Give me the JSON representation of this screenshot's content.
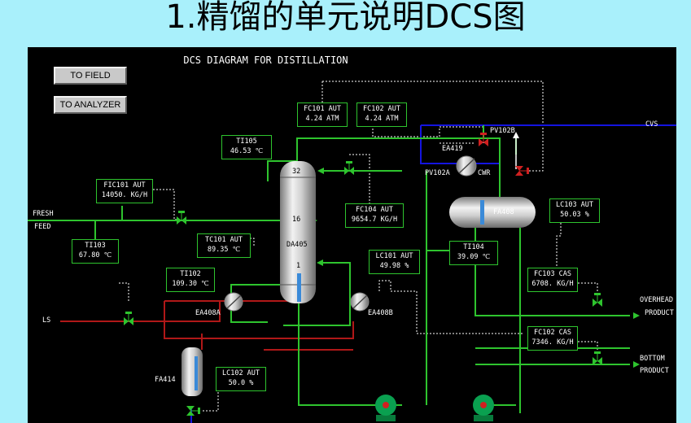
{
  "slide_title": "1.精馏的单元说明DCS图",
  "diagram_title": "DCS DIAGRAM FOR DISTILLATION",
  "buttons": {
    "to_field": "TO FIELD",
    "to_analyzer": "TO ANALYZER"
  },
  "boxes": {
    "fc101": {
      "tag": "FC101 AUT",
      "value": "4.24 ATM"
    },
    "fc102_top": {
      "tag": "FC102 AUT",
      "value": "4.24 ATM"
    },
    "ti105": {
      "tag": "TI105",
      "value": "46.53 ℃"
    },
    "fic101": {
      "tag": "FIC101 AUT",
      "value": "14050. KG/H"
    },
    "ti103": {
      "tag": "TI103",
      "value": "67.80 ℃"
    },
    "tc101": {
      "tag": "TC101 AUT",
      "value": "89.35 ℃"
    },
    "fc104": {
      "tag": "FC104  AUT",
      "value": "9654.7 KG/H"
    },
    "lc103": {
      "tag": "LC103 AUT",
      "value": "50.03 %"
    },
    "ti104": {
      "tag": "TI104",
      "value": "39.09 ℃"
    },
    "lc101": {
      "tag": "LC101 AUT",
      "value": "49.98 %"
    },
    "ti102": {
      "tag": "TI102",
      "value": "109.30 ℃"
    },
    "fc103": {
      "tag": "FC103 CAS",
      "value": "6708. KG/H"
    },
    "fc102_bot": {
      "tag": "FC102 CAS",
      "value": "7346. KG/H"
    },
    "lc102": {
      "tag": "LC102 AUT",
      "value": "50.0 %"
    }
  },
  "labels": {
    "cvs": "CVS",
    "pv102b": "PV102B",
    "ea419": "EA419",
    "pv102a": "PV102A",
    "cwr": "CWR",
    "fa408": "FA408",
    "tray32": "32",
    "tray16": "16",
    "da405": "DA405",
    "tray1": "1",
    "fresh": "FRESH",
    "feed": "FEED",
    "ls": "LS",
    "ea408a": "EA408A",
    "ea408b": "EA408B",
    "overhead": "OVERHEAD",
    "overhead_product": "PRODUCT",
    "bottom": "BOTTOM",
    "bottom_product": "PRODUCT",
    "fa414": "FA414"
  },
  "colors": {
    "panel_bg": "#000000",
    "slide_bg": "#a9f0fb",
    "process_line": "#2ec42e",
    "steam_line": "#b01818",
    "cooling_line": "#1414e0",
    "signal_line": "#ffffff",
    "valve": "#2ec42e",
    "pump": "#0aa050"
  }
}
